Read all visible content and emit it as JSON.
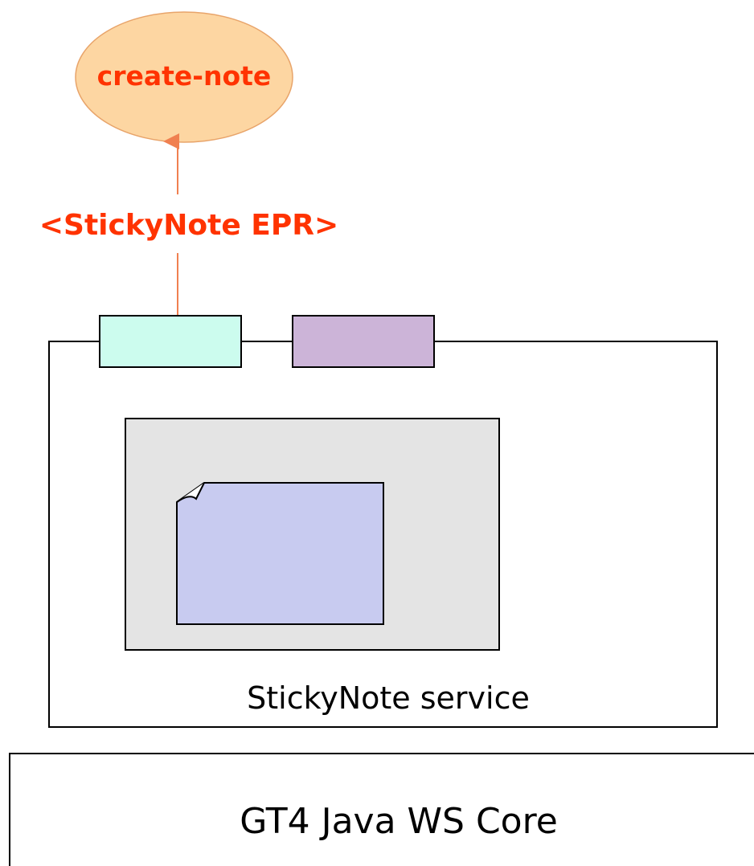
{
  "operation": {
    "label": "create-note"
  },
  "return_value": {
    "label": "<StickyNote EPR>"
  },
  "service": {
    "label": "StickyNote service"
  },
  "container": {
    "label": "GT4 Java WS Core"
  },
  "colors": {
    "operation_fill": "#fdd6a2",
    "operation_stroke": "#e8a46a",
    "label_red": "#ff3300",
    "arrow": "#f08050",
    "port_left_fill": "#ccfcee",
    "port_right_fill": "#ccb4d8",
    "resource_home_fill": "#e4e4e4",
    "resource_fill": "#c8cbf0"
  }
}
